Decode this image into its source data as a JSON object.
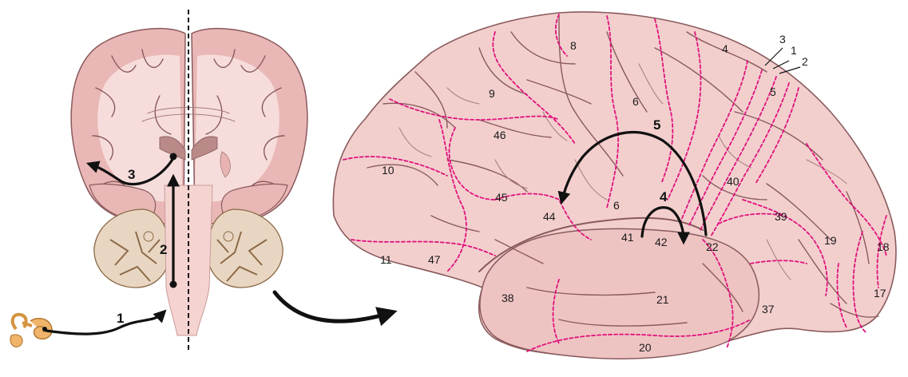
{
  "colors": {
    "brain_fill": "#f2cfcd",
    "brain_shade": "#e7b4b2",
    "brain_outline": "#8a5a5d",
    "cortex_section": "#d99a99",
    "white_matter": "#f6dddc",
    "cerebellum": "#e8d6c2",
    "cerebellum_dark": "#8c6a49",
    "boundary_dashes": "#e0127d",
    "arrows": "#111111",
    "ear": "#f0b56a"
  },
  "steps": {
    "one": "1",
    "two": "2",
    "three": "3",
    "four": "4",
    "five": "5"
  },
  "brodmann": {
    "a8": "8",
    "a4": "4",
    "a3": "3",
    "a1": "1",
    "a2": "2",
    "a5": "5",
    "a9": "9",
    "a6_top": "6",
    "a46": "46",
    "a10": "10",
    "a45": "45",
    "a44": "44",
    "a6_low": "6",
    "a40": "40",
    "a39": "39",
    "a41": "41",
    "a42": "42",
    "a22": "22",
    "a19": "19",
    "a18": "18",
    "a11": "11",
    "a47": "47",
    "a38": "38",
    "a21": "21",
    "a37": "37",
    "a17": "17",
    "a20": "20"
  }
}
